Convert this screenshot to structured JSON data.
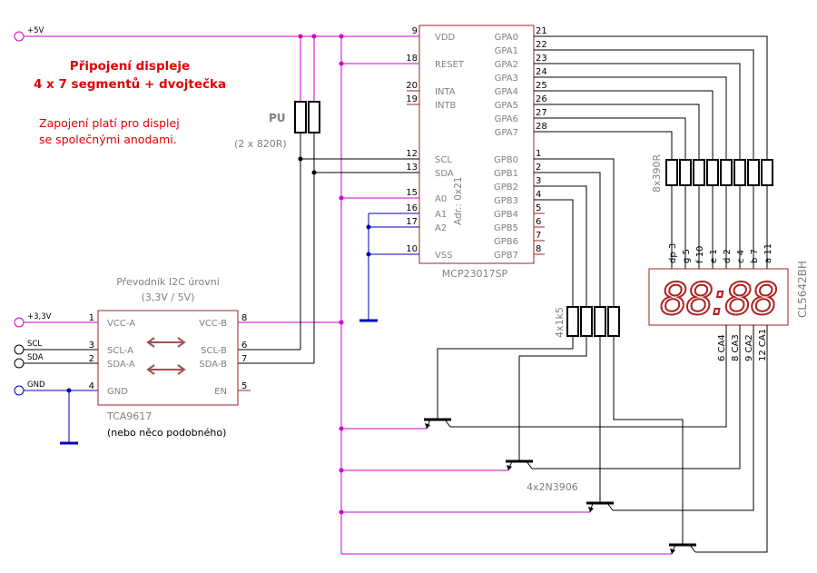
{
  "title": {
    "line1": "Připojení displeje",
    "line2": "4 x 7 segmentů + dvojtečka"
  },
  "note": {
    "line1": "Zapojení platí pro displej",
    "line2": "se společnými anodami."
  },
  "rails": {
    "vcc5": "+5V",
    "vcc33": "+3,3V",
    "scl": "SCL",
    "sda": "SDA",
    "gnd": "GND"
  },
  "pullups": {
    "label": "PU",
    "value": "(2 x 820R)"
  },
  "mcp": {
    "name": "MCP23017SP",
    "address": "Adr.: 0x21",
    "left_pins": [
      {
        "num": "9",
        "name": "VDD"
      },
      {
        "num": "18",
        "name": "RESET"
      },
      {
        "num": "20",
        "name": "INTA"
      },
      {
        "num": "19",
        "name": "INTB"
      },
      {
        "num": "12",
        "name": "SCL"
      },
      {
        "num": "13",
        "name": "SDA"
      },
      {
        "num": "15",
        "name": "A0"
      },
      {
        "num": "16",
        "name": "A1"
      },
      {
        "num": "17",
        "name": "A2"
      },
      {
        "num": "10",
        "name": "VSS"
      }
    ],
    "right_pins": [
      {
        "num": "21",
        "name": "GPA0"
      },
      {
        "num": "22",
        "name": "GPA1"
      },
      {
        "num": "23",
        "name": "GPA2"
      },
      {
        "num": "24",
        "name": "GPA3"
      },
      {
        "num": "25",
        "name": "GPA4"
      },
      {
        "num": "26",
        "name": "GPA5"
      },
      {
        "num": "27",
        "name": "GPA6"
      },
      {
        "num": "28",
        "name": "GPA7"
      },
      {
        "num": "1",
        "name": "GPB0"
      },
      {
        "num": "2",
        "name": "GPB1"
      },
      {
        "num": "3",
        "name": "GPB2"
      },
      {
        "num": "4",
        "name": "GPB3"
      },
      {
        "num": "5",
        "name": "GPB4"
      },
      {
        "num": "6",
        "name": "GPB5"
      },
      {
        "num": "7",
        "name": "GPB6"
      },
      {
        "num": "8",
        "name": "GPB7"
      }
    ]
  },
  "tca": {
    "heading": "Převodník I2C úrovní",
    "range": "(3,3V / 5V)",
    "name": "TCA9617",
    "alt": "(nebo něco podobného)",
    "left_pins": [
      {
        "num": "1",
        "name": "VCC-A"
      },
      {
        "num": "3",
        "name": "SCL-A"
      },
      {
        "num": "2",
        "name": "SDA-A"
      },
      {
        "num": "4",
        "name": "GND"
      }
    ],
    "right_pins": [
      {
        "num": "8",
        "name": "VCC-B"
      },
      {
        "num": "6",
        "name": "SCL-B"
      },
      {
        "num": "7",
        "name": "SDA-B"
      },
      {
        "num": "5",
        "name": "EN"
      }
    ]
  },
  "seg_resistors": "8x390R",
  "base_resistors": "4x1k5",
  "transistors": "4x2N3906",
  "display": {
    "name": "CL5642BH",
    "digits": "88:88",
    "seg_pins": [
      "dp 3",
      "g 5",
      "f 10",
      "e 1",
      "d 2",
      "c 4",
      "b 7",
      "a 11"
    ],
    "common_pins": [
      "6 CA4",
      "8 CA3",
      "9 CA2",
      "12 CA1"
    ]
  }
}
